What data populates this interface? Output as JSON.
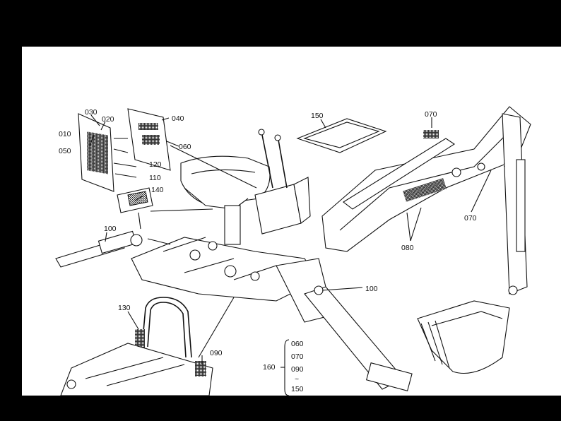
{
  "callouts": {
    "c010": "010",
    "c020": "020",
    "c030": "030",
    "c040": "040",
    "c050": "050",
    "c060": "060",
    "c070_top": "070",
    "c070_right": "070",
    "c080": "080",
    "c090": "090",
    "c100_left": "100",
    "c100_right": "100",
    "c110": "110",
    "c120": "120",
    "c130": "130",
    "c140": "140",
    "c150": "150",
    "c160": "160"
  },
  "group_160": {
    "items": [
      "060",
      "070",
      "090",
      "~",
      "150"
    ]
  }
}
